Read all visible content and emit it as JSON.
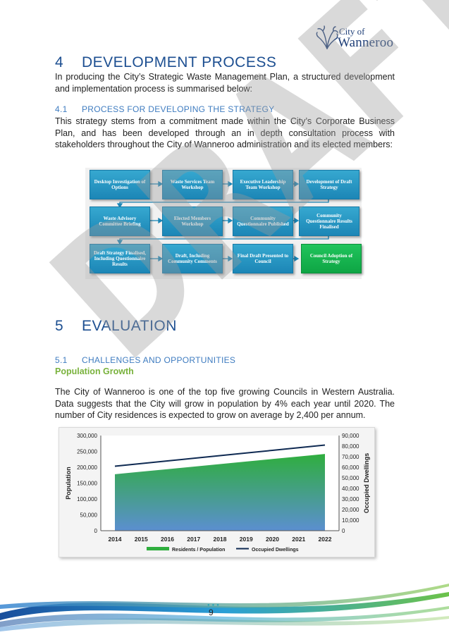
{
  "logo": {
    "small": "City of",
    "big": "Wanneroo"
  },
  "section4": {
    "number": "4",
    "title": "DEVELOPMENT PROCESS",
    "intro": "In producing the City’s Strategic Waste Management Plan, a structured development and implementation process is summarised below:"
  },
  "section41": {
    "number": "4.1",
    "title": "PROCESS FOR DEVELOPING THE STRATEGY",
    "body": "This strategy stems from a commitment made within the City’s Corporate Business Plan, and has been developed through an in depth consultation process with stakeholders throughout the City of Wanneroo administration and its elected members:"
  },
  "process_steps": [
    "Desktop Investigation of Options",
    "Waste Services Team Workshop",
    "Executive Leadership Team Workshop",
    "Development of Draft Strategy",
    "Waste Advisory Committee Briefing",
    "Elected Members Workshop",
    "Community Questionnaire Published",
    "Community Questionnaire Results Finalised",
    "Draft Strategy Finalised, Including Questionnaire Results",
    "Draft, Including Community Comments",
    "Final Draft Presented to Council",
    "Council Adoption of Strategy"
  ],
  "section5": {
    "number": "5",
    "title": "EVALUATION"
  },
  "section51": {
    "number": "5.1",
    "title": "CHALLENGES AND OPPORTUNITIES",
    "subheading": "Population Growth",
    "body": "The City of Wanneroo is one of the top five growing Councils in Western Australia. Data suggests that the City will grow in population by 4% each year until 2020. The number of City residences is expected to grow on average by 2,400 per annum."
  },
  "chart_data": {
    "type": "area",
    "categories": [
      "2014",
      "2015",
      "2016",
      "2017",
      "2018",
      "2019",
      "2020",
      "2021",
      "2022"
    ],
    "series": [
      {
        "name": "Residents / Population",
        "type": "area",
        "axis": "left",
        "values": [
          178000,
          186000,
          194000,
          202000,
          210000,
          218000,
          226000,
          234000,
          242000
        ]
      },
      {
        "name": "Occupied Dwellings",
        "type": "line",
        "axis": "right",
        "values": [
          61000,
          63500,
          66000,
          68500,
          71000,
          73500,
          76000,
          78500,
          81000
        ]
      }
    ],
    "ylabel": "Population",
    "y2label": "Occupied Dwellings",
    "ylim": [
      0,
      300000
    ],
    "y2lim": [
      0,
      90000
    ],
    "yticks": [
      "0",
      "50,000",
      "100,000",
      "150,000",
      "200,000",
      "250,000",
      "300,000"
    ],
    "y2ticks": [
      "0",
      "10,000",
      "20,000",
      "30,000",
      "40,000",
      "50,000",
      "60,000",
      "70,000",
      "80,000",
      "90,000"
    ],
    "grid": false,
    "legend": "bottom",
    "colors": {
      "area_top": "#2fae3e",
      "area_bottom": "#5b8fd0",
      "line": "#0f2a52"
    }
  },
  "watermark": "DRAFT",
  "page_number": "9"
}
